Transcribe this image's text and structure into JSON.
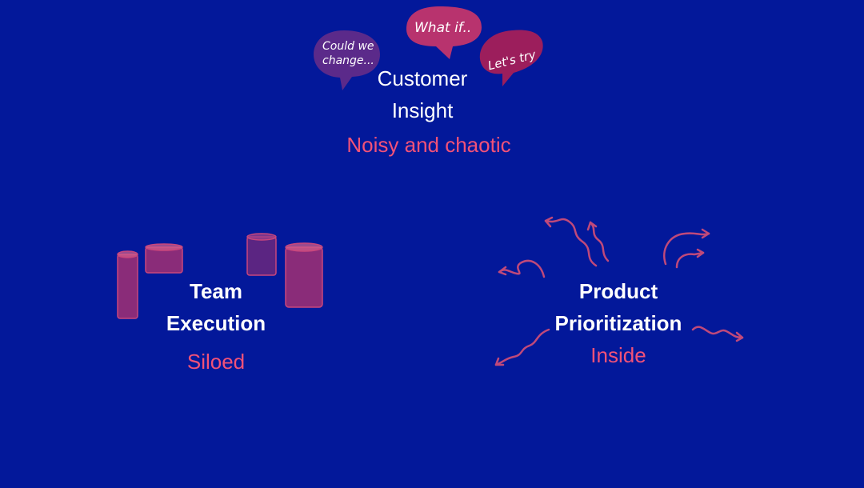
{
  "insight": {
    "title_line1": "Customer",
    "title_line2": "Insight",
    "subtitle": "Noisy and chaotic",
    "bubbles": [
      "Could we change...",
      "What if..",
      "Let's try"
    ]
  },
  "execution": {
    "title_line1": "Team",
    "title_line2": "Execution",
    "subtitle": "Siloed"
  },
  "prioritization": {
    "title_line1": "Product",
    "title_line2": "Prioritization",
    "subtitle": "Inside"
  },
  "colors": {
    "background": "#03189a",
    "accent": "#f25278",
    "bubble_purple": "#5b2a8a",
    "bubble_pink": "#b8336e",
    "bubble_magenta": "#9c1e5c",
    "silo": "#b8336e",
    "arrow": "#c0497a"
  }
}
